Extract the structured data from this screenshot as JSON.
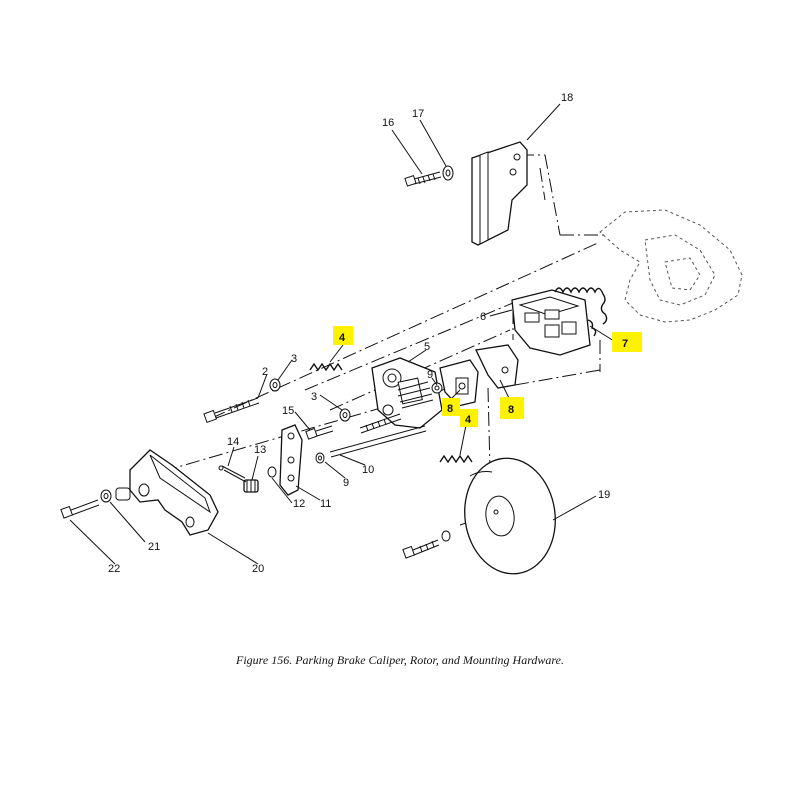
{
  "figure": {
    "caption": "Figure 156.  Parking Brake Caliper, Rotor, and Mounting Hardware.",
    "highlight_color": "#fff200",
    "callouts": {
      "c2": "2",
      "c3a": "3",
      "c3b": "3",
      "c4a": "4",
      "c4b": "4",
      "c5": "5",
      "c6": "6",
      "c7": "7",
      "c8a": "8",
      "c8b": "8",
      "c9a": "9",
      "c9b": "9",
      "c10": "10",
      "c11": "11",
      "c12": "12",
      "c13": "13",
      "c14": "14",
      "c15": "15",
      "c16": "16",
      "c17": "17",
      "c18": "18",
      "c19": "19",
      "c20": "20",
      "c21": "21",
      "c22": "22"
    }
  }
}
